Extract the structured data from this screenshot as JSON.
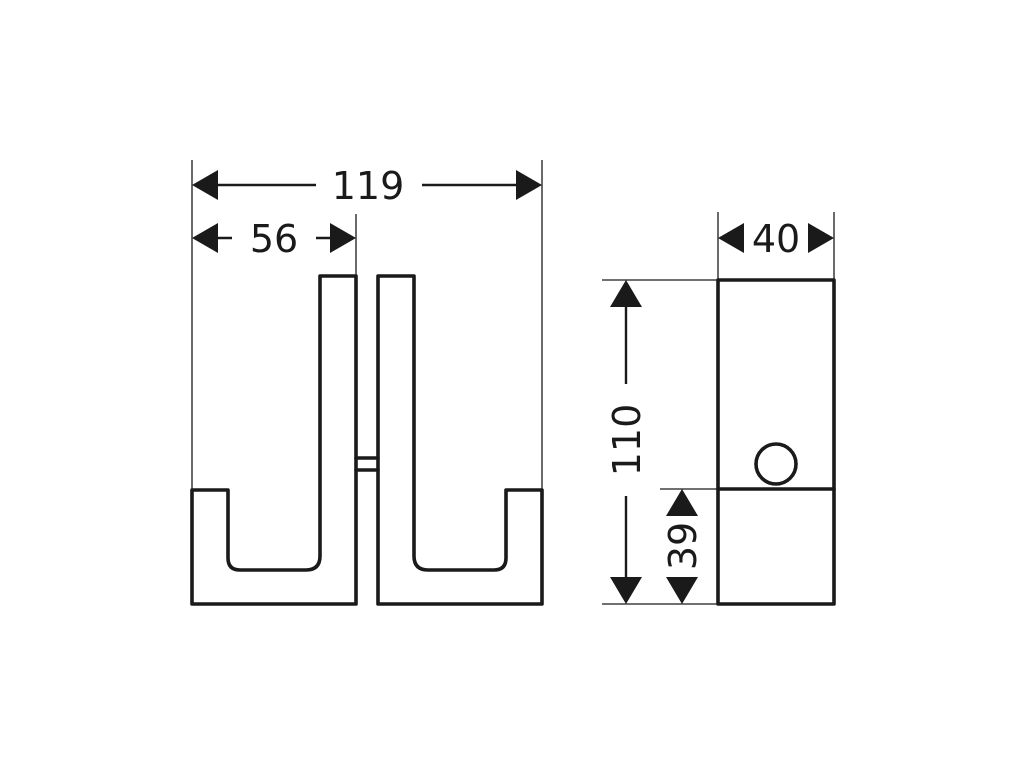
{
  "drawing": {
    "dimensions": {
      "overall_width": "119",
      "hook_width": "56",
      "depth": "40",
      "height": "110",
      "mount_height": "39"
    },
    "colors": {
      "ink": "#1a1a1a",
      "background": "#ffffff"
    }
  }
}
